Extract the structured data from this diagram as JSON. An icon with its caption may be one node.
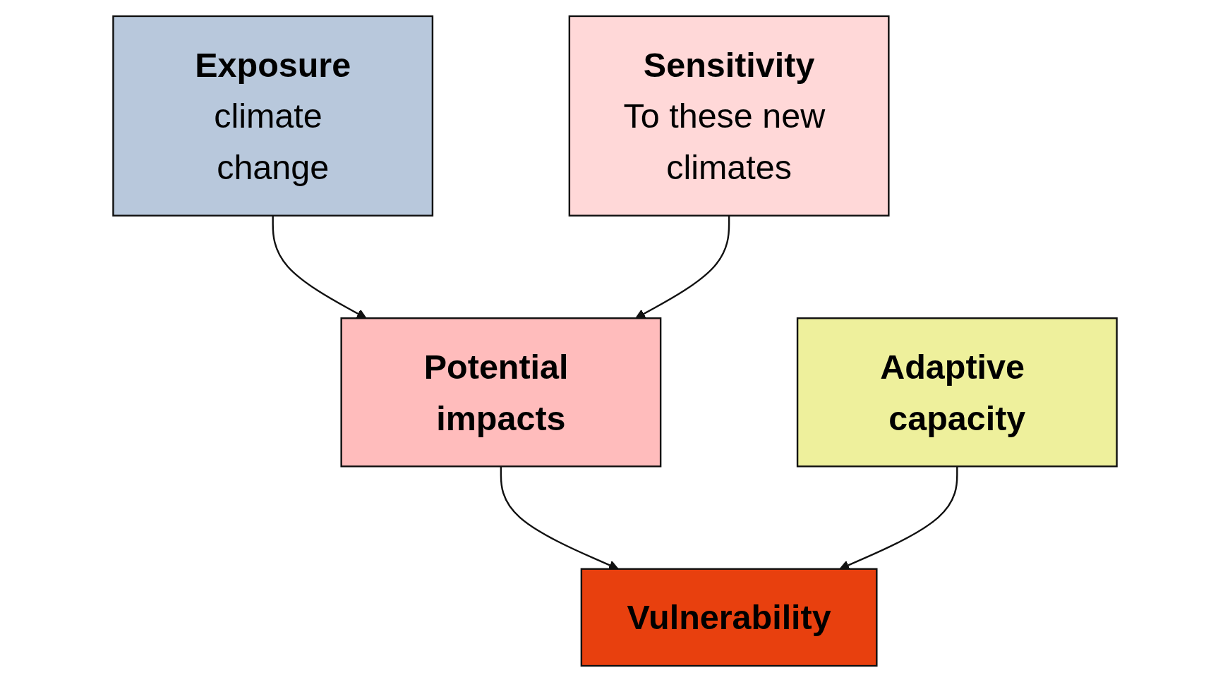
{
  "diagram": {
    "nodes": [
      {
        "text": [
          "Exposure",
          "climate change"
        ]
      },
      {
        "text": [
          "Sensitivity",
          "To these new climates"
        ]
      },
      {
        "text": [
          "Potential impacts"
        ]
      },
      {
        "text": [
          "Adaptive capacity"
        ]
      },
      {
        "text": [
          "Vulnerability"
        ]
      }
    ],
    "edges": [
      {
        "from": 0,
        "to": 2,
        "arrow": "to"
      },
      {
        "from": 1,
        "to": 2,
        "arrow": "to"
      },
      {
        "from": 2,
        "to": 4,
        "arrow": "to"
      },
      {
        "from": 3,
        "to": 4,
        "arrow": "to"
      }
    ]
  }
}
